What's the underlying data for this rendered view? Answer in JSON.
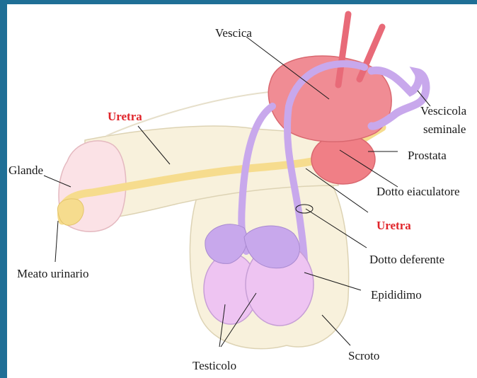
{
  "colors": {
    "background": "#1f6f96",
    "panel": "#ffffff",
    "label_text": "#1a1a1a",
    "highlight_label": "#e0242a",
    "bladder": "#f08c94",
    "prostate": "#f07f86",
    "urethra": "#f6dc8e",
    "vas_deferens": "#c8a8ec",
    "testicle": "#eec4f2",
    "skin": "#f8f1dc"
  },
  "labels": {
    "vescica": "Vescica",
    "vescicola_line1": "Vescicola",
    "vescicola_line2": "seminale",
    "uretra_top": "Uretra",
    "glande": "Glande",
    "prostata": "Prostata",
    "dotto_eiaculatore": "Dotto eiaculatore",
    "uretra_right": "Uretra",
    "meato_urinario": "Meato urinario",
    "dotto_deferente": "Dotto deferente",
    "epididimo": "Epididimo",
    "testicolo": "Testicolo",
    "scroto": "Scroto"
  }
}
